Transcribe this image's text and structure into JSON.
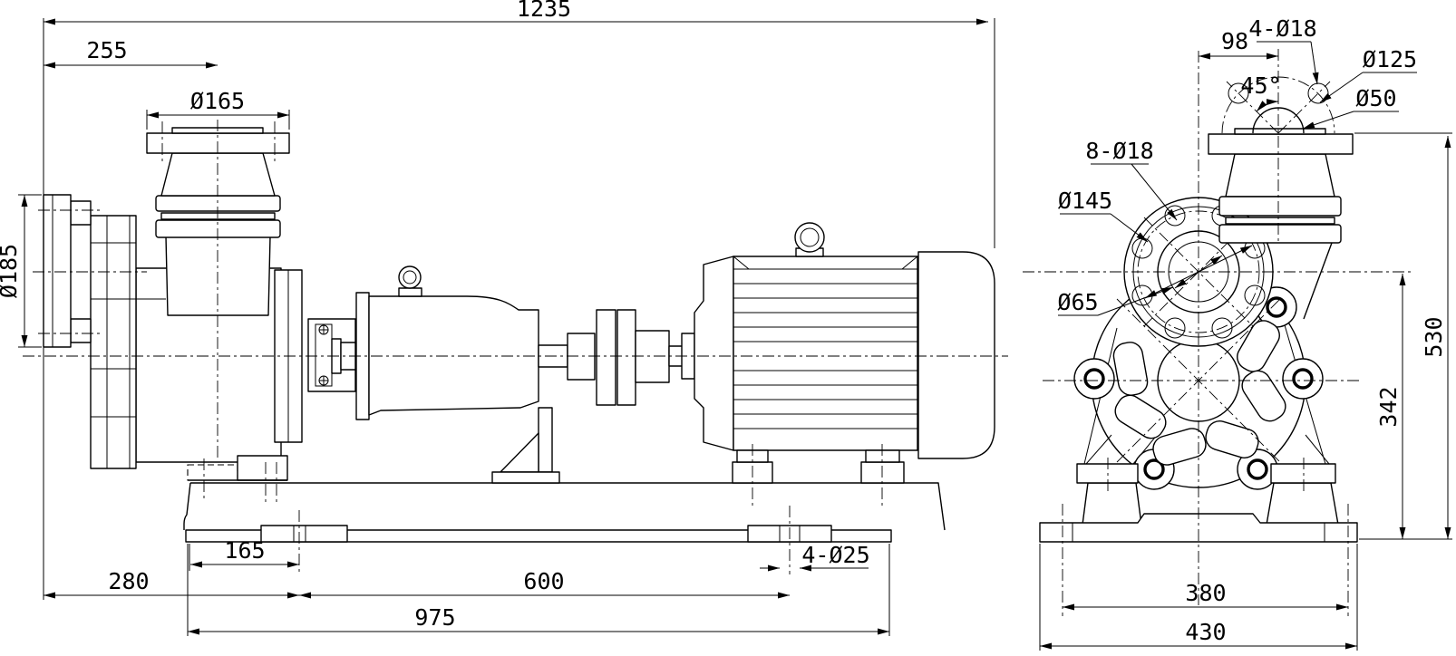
{
  "drawing": {
    "type": "engineering-drawing",
    "subject": "self-priming centrifugal pump with motor, two orthographic views",
    "line_color": "#000000",
    "background_color": "#ffffff",
    "side_view": {
      "dims": {
        "overall_length": "1235",
        "face_to_suction_center": "255",
        "suction_flange_od": "Ø165",
        "discharge_flange_od": "Ø185",
        "base_edge_to_anchor": "165",
        "face_to_anchor": "280",
        "anchor_spacing": "600",
        "base_length": "975",
        "anchor_holes": "4-Ø25"
      }
    },
    "end_view": {
      "dims": {
        "port_offset": "98",
        "top_flange_holes": "4-Ø18",
        "top_flange_bolt_circle": "Ø125",
        "top_flange_bore": "Ø50",
        "hole_angle": "45°",
        "front_flange_holes": "8-Ø18",
        "front_flange_bolt_circle": "Ø145",
        "front_flange_bore": "Ø65",
        "overall_height": "530",
        "port_center_height": "342",
        "foot_bolt_span": "380",
        "base_width": "430"
      }
    }
  }
}
